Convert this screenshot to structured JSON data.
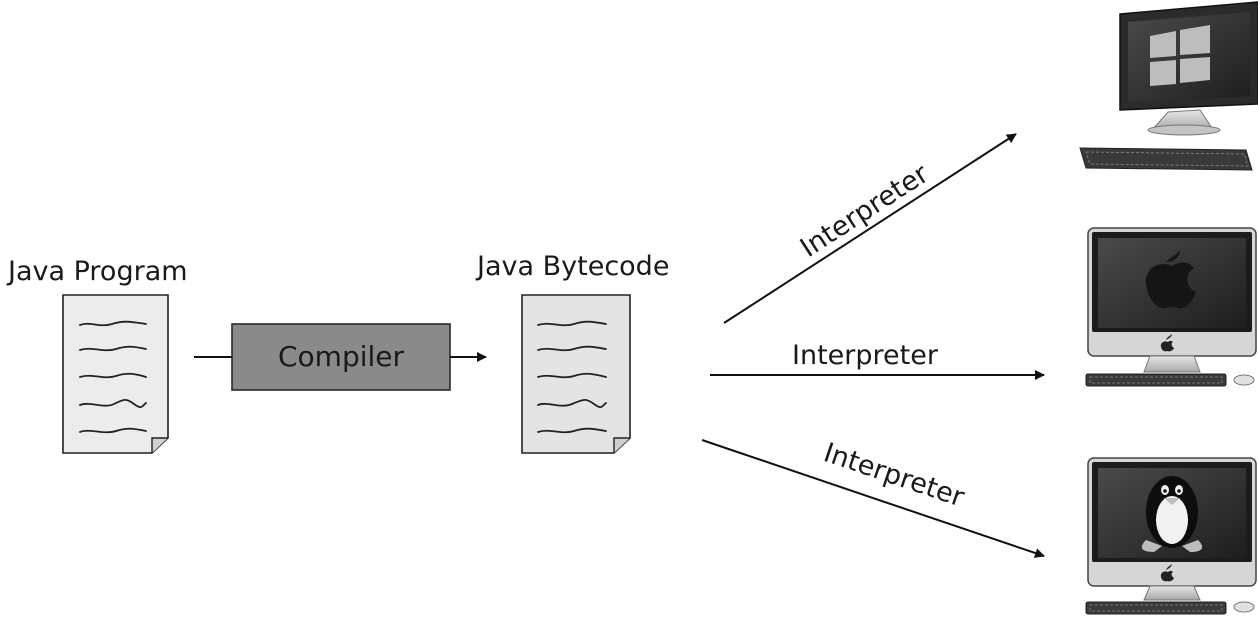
{
  "diagram": {
    "source": {
      "label": "Java Program",
      "icon": "document-icon"
    },
    "compiler": {
      "label": "Compiler",
      "fill": "#8a8a8a"
    },
    "bytecode": {
      "label": "Java Bytecode",
      "icon": "document-icon"
    },
    "interpreters": [
      {
        "label": "Interpreter",
        "target_icon": "windows-pc-icon"
      },
      {
        "label": "Interpreter",
        "target_icon": "mac-computer-icon"
      },
      {
        "label": "Interpreter",
        "target_icon": "linux-computer-icon"
      }
    ]
  }
}
